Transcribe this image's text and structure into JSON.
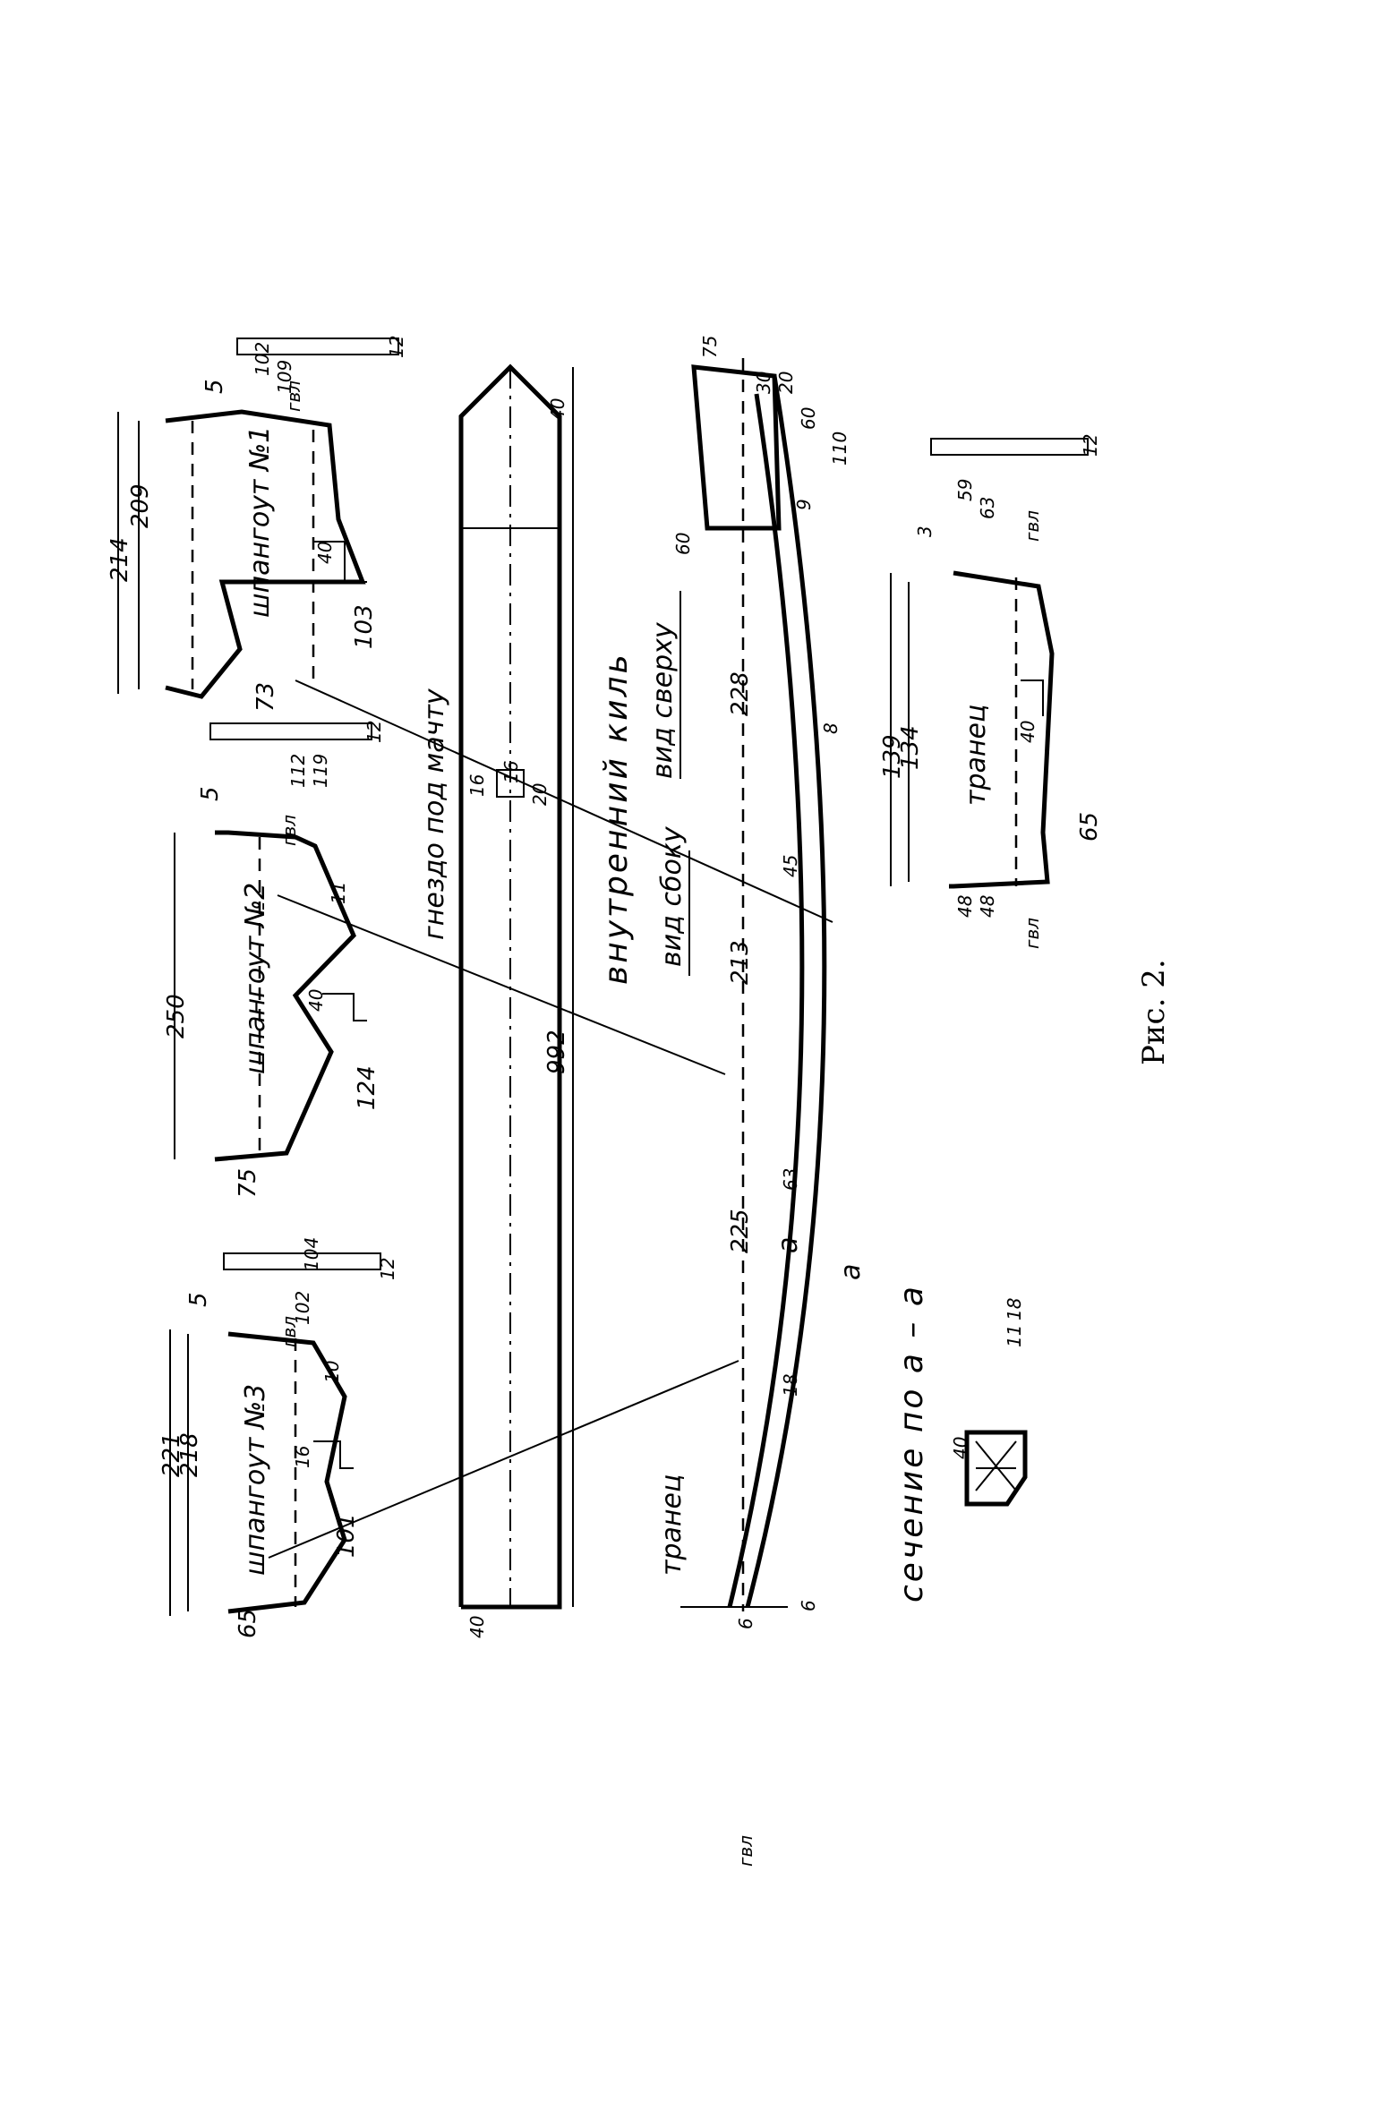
{
  "figure": {
    "caption": "Рис. 2.",
    "frame1": {
      "title": "шпангоут №1",
      "dims": [
        "214",
        "209",
        "5",
        "103",
        "73",
        "40",
        "102",
        "109",
        "12"
      ],
      "gvl": "гвл"
    },
    "frame2": {
      "title": "шпангоут №2",
      "dims": [
        "250",
        "5",
        "124",
        "75",
        "40",
        "11",
        "112",
        "119",
        "12"
      ],
      "gvl": "гвл"
    },
    "frame3": {
      "title": "шпангоут №3",
      "dims": [
        "221",
        "218",
        "5",
        "101",
        "65",
        "10",
        "16",
        "102",
        "104",
        "12"
      ],
      "gvl": "гвл"
    },
    "keel_top": {
      "title": "внутренний киль",
      "subtitle": "вид сверху",
      "length": "992",
      "dims": [
        "40",
        "40",
        "16",
        "16",
        "20"
      ],
      "mast": "гнездо под мачту"
    },
    "keel_side": {
      "subtitle": "вид сбоку",
      "dims": [
        "228",
        "213",
        "225",
        "75",
        "30",
        "20",
        "60",
        "110",
        "60",
        "8",
        "9",
        "45",
        "63",
        "18",
        "6",
        "6"
      ],
      "sect_a": "a",
      "transom_label": "транец",
      "gvl": "гвл"
    },
    "transom": {
      "title": "транец",
      "dims": [
        "139",
        "134",
        "3",
        "40",
        "65",
        "59",
        "63",
        "48",
        "48",
        "12"
      ],
      "gvl": "гвл"
    },
    "section": {
      "title": "сечение по a – a",
      "dims": [
        "40",
        "18",
        "11"
      ]
    }
  }
}
